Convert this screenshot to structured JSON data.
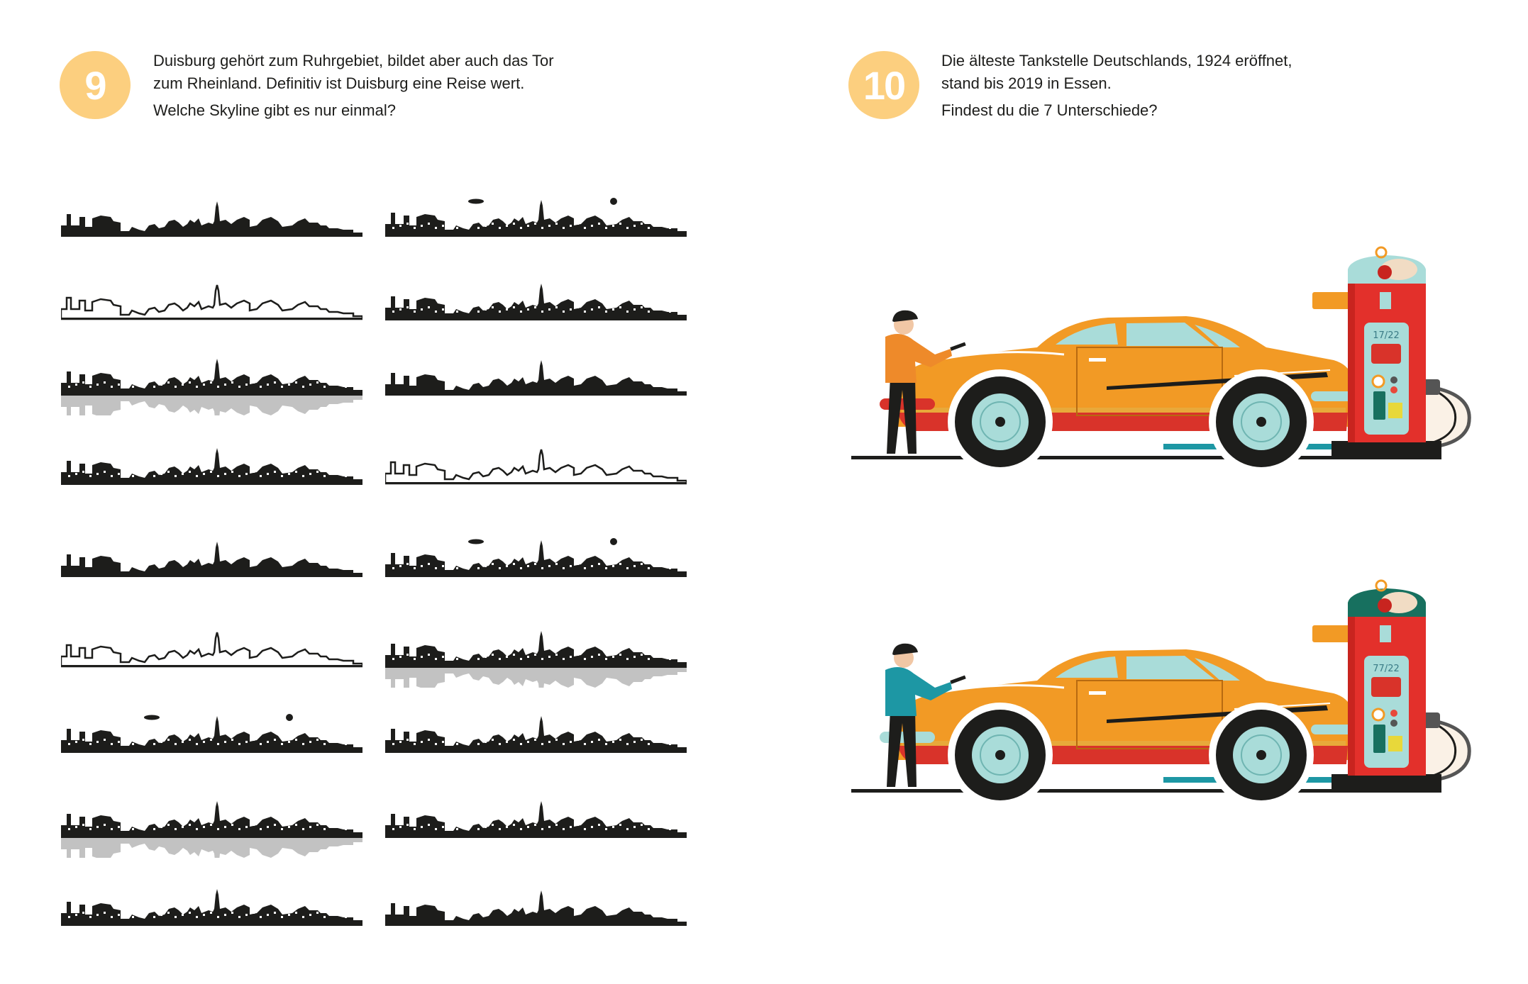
{
  "puzzle9": {
    "number": "9",
    "line1": "Duisburg gehört zum Ruhrgebiet, bildet aber auch das Tor",
    "line2": "zum Rheinland. Definitiv ist Duisburg eine Reise wert.",
    "question": "Welche Skyline gibt es nur einmal?",
    "skylines": {
      "left": [
        "solid",
        "outline",
        "reflection",
        "detailed",
        "solid",
        "outline",
        "zeppelin",
        "reflection",
        "detailed"
      ],
      "right": [
        "zeppelin",
        "detailed",
        "solid",
        "outline",
        "zeppelin",
        "reflection",
        "detailed",
        "detailed",
        "solid"
      ]
    }
  },
  "puzzle10": {
    "number": "10",
    "line1": "Die älteste Tankstelle Deutschlands, 1924 eröffnet,",
    "line2": "stand bis 2019 in Essen.",
    "question": "Findest du die 7 Unterschiede?",
    "scenes": [
      {
        "display": "17/22",
        "shirt": "#ee8a2a",
        "pump_top": "#a9dcd9",
        "front_bumper": "#d9332a",
        "dot_top": "#555555",
        "dot_bottom": "#e8483a"
      },
      {
        "display": "77/22",
        "shirt": "#1d97a4",
        "pump_top": "#17705f",
        "front_bumper": "#a9dcd9",
        "dot_top": "#e8483a",
        "dot_bottom": "#555555"
      }
    ]
  },
  "colors": {
    "badge": "#fccf7f",
    "car_orange": "#f29a25",
    "pump_red": "#e3302b"
  }
}
